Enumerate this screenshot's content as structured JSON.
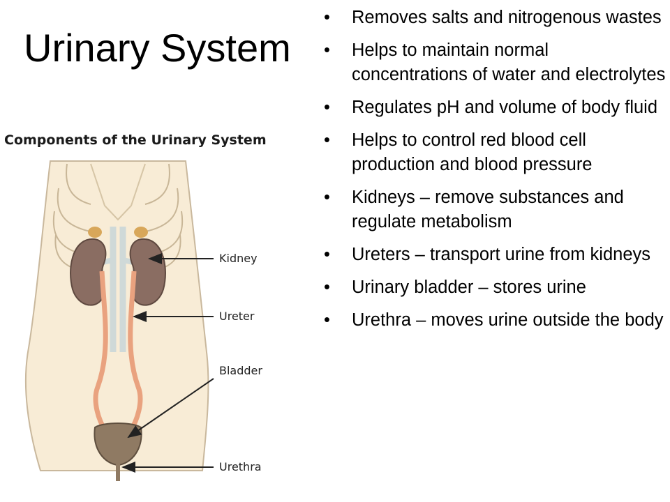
{
  "slide": {
    "title": "Urinary System"
  },
  "figure": {
    "title": "Components of the Urinary System",
    "labels": {
      "kidney": "Kidney",
      "ureter": "Ureter",
      "bladder": "Bladder",
      "urethra": "Urethra"
    },
    "colors": {
      "skin": "#f8ecd6",
      "rib": "#f6ead0",
      "kidney": "#8a6d62",
      "ureter": "#e9a27f",
      "bladder": "#8f7a63",
      "vessel": "#cfd9d8"
    }
  },
  "bullets": [
    "Removes salts and nitrogenous wastes",
    "Helps to maintain normal concentrations of water and electrolytes",
    "Regulates pH and volume of body fluid",
    "Helps to control red blood cell production and blood pressure",
    "Kidneys – remove substances and regulate metabolism",
    "Ureters – transport urine from kidneys",
    "Urinary bladder – stores urine",
    "Urethra – moves urine outside the body"
  ]
}
